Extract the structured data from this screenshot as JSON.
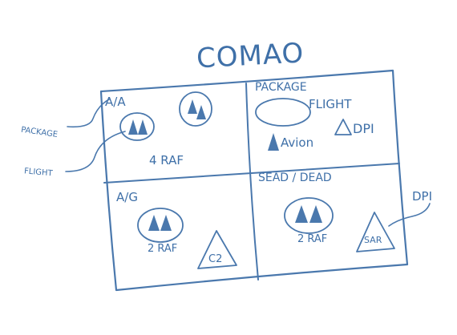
{
  "title": "COMAO",
  "quadrants": {
    "aa": {
      "label": "A/A",
      "raf_label": "4 RAF"
    },
    "package": {
      "label": "PACKAGE",
      "flight_label": "FLIGHT",
      "avion_label": "Avion",
      "dpi_label": "DPI"
    },
    "ag": {
      "label": "A/G",
      "raf_label": "2 RAF",
      "c2_label": "C2"
    },
    "sead": {
      "label": "SEAD / DEAD",
      "raf_label": "2 RAF",
      "sar_label": "SAR"
    }
  },
  "callouts": {
    "package": "PACKAGE",
    "flight": "FLIGHT",
    "dpi": "DPI"
  },
  "colors": {
    "ink": "#4a78ad",
    "background": "#ffffff"
  },
  "icons": [
    "aircraft-icon",
    "triangle-icon",
    "ellipse-icon"
  ]
}
